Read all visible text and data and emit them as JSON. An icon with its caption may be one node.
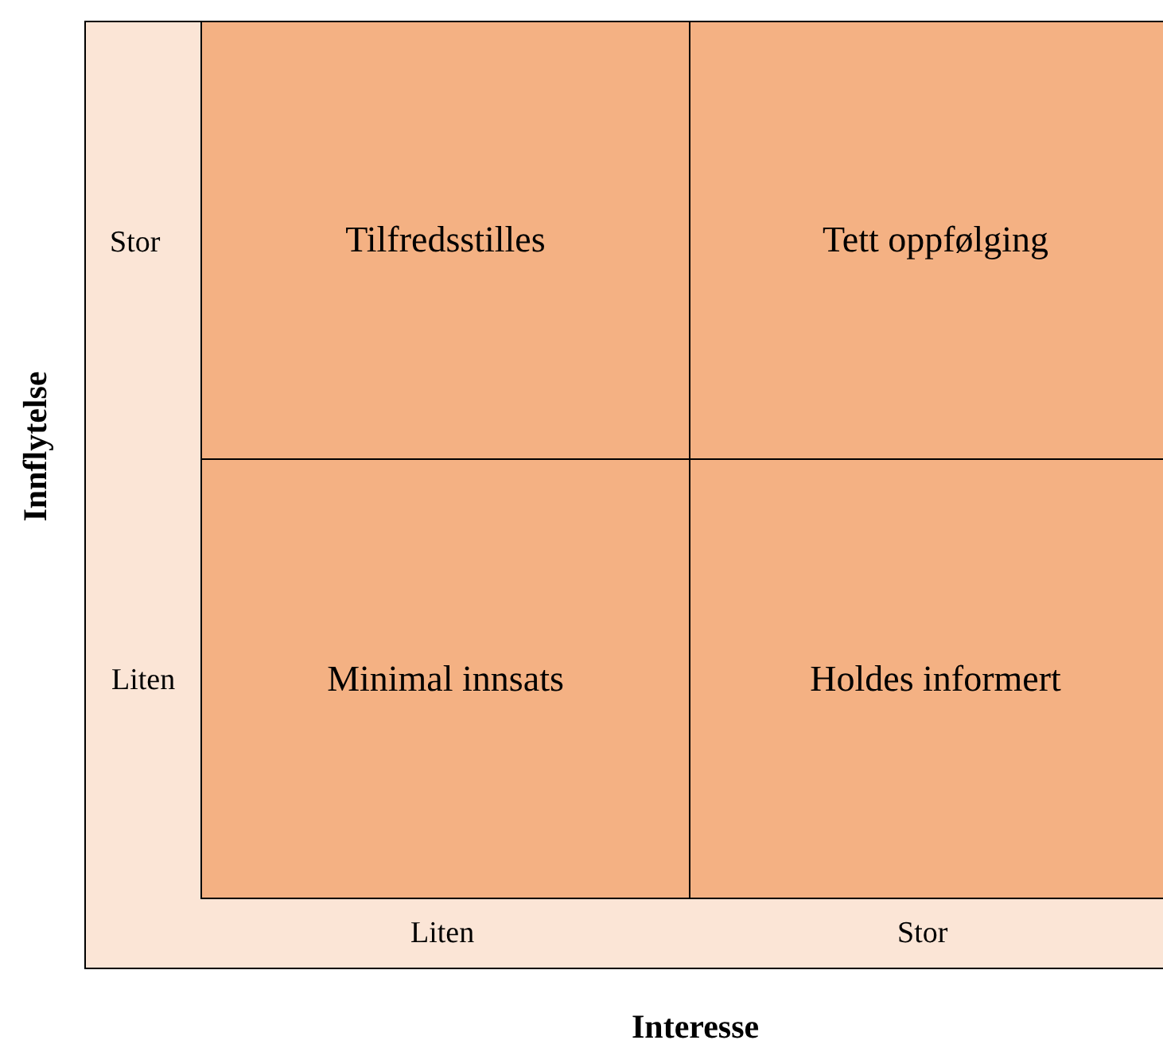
{
  "diagram": {
    "nodes": [
      {
        "text": [
          "Tilfredsstilles"
        ]
      },
      {
        "text": [
          "Tett oppfølging"
        ]
      },
      {
        "text": [
          "Minimal innsats"
        ]
      },
      {
        "text": [
          "Holdes informert"
        ]
      }
    ],
    "labels": [
      "Stor",
      "Innflytelse",
      "Liten",
      "Liten",
      "Stor",
      "Interesse"
    ]
  }
}
